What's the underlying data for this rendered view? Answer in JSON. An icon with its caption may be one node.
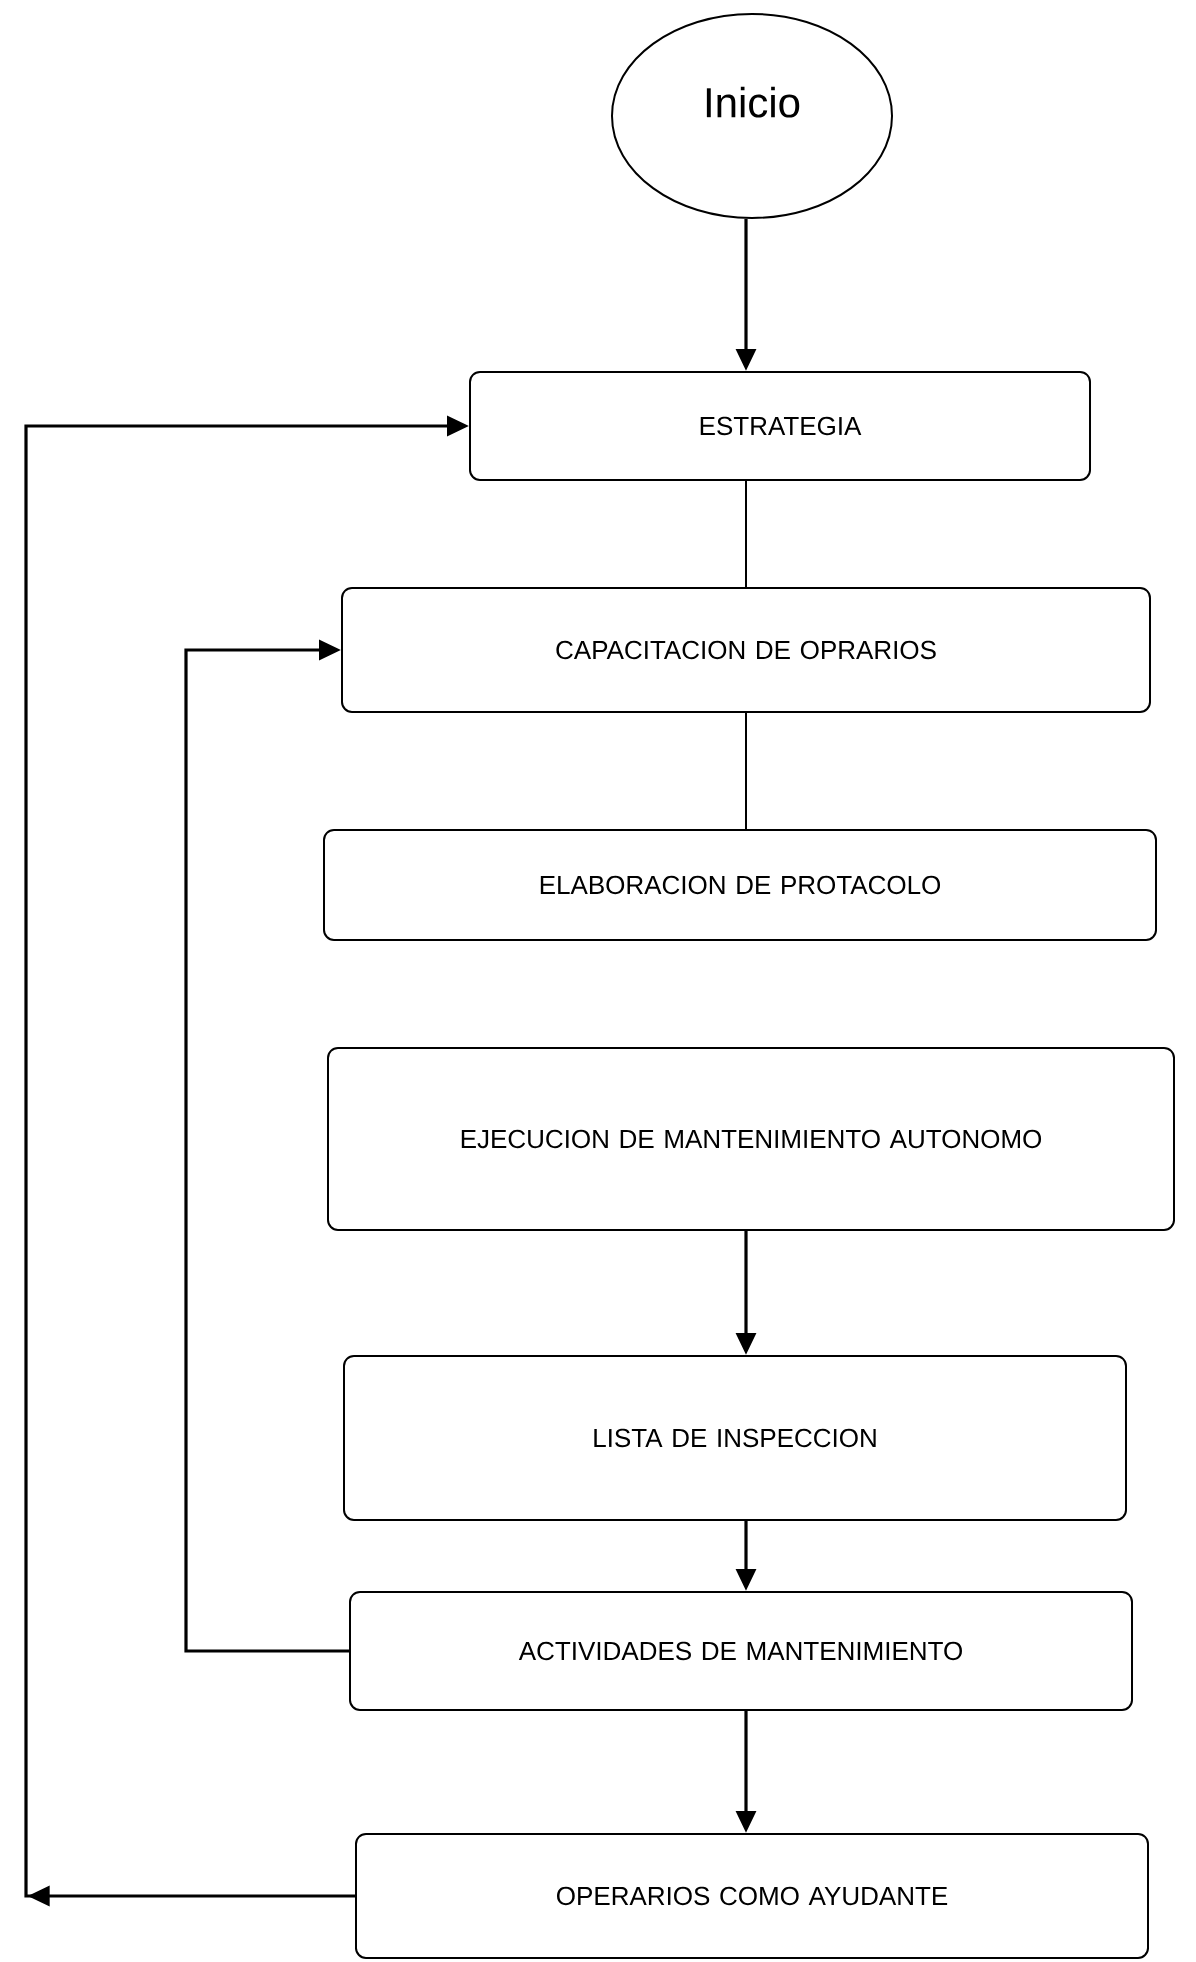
{
  "diagram": {
    "nodes": [
      {
        "text": [
          "Inicio"
        ]
      },
      {
        "text": [
          "ESTRATEGIA"
        ]
      },
      {
        "text": [
          "CAPACITACION DE OPRARIOS"
        ]
      },
      {
        "text": [
          "ELABORACION DE PROTACOLO"
        ]
      },
      {
        "text": [
          "EJECUCION DE MANTENIMIENTO AUTONOMO"
        ]
      },
      {
        "text": [
          "LISTA DE INSPECCION"
        ]
      },
      {
        "text": [
          "ACTIVIDADES DE MANTENIMIENTO"
        ]
      },
      {
        "text": [
          "OPERARIOS COMO AYUDANTE"
        ]
      }
    ],
    "edges": [
      {
        "from": 0,
        "to": 1,
        "arrow": "to"
      },
      {
        "from": 1,
        "to": 2,
        "arrow": "none"
      },
      {
        "from": 2,
        "to": 3,
        "arrow": "none"
      },
      {
        "from": 4,
        "to": 5,
        "arrow": "to"
      },
      {
        "from": 5,
        "to": 6,
        "arrow": "to"
      },
      {
        "from": 6,
        "to": 7,
        "arrow": "to"
      },
      {
        "from": 6,
        "to": 2,
        "arrow": "to"
      },
      {
        "from": 7,
        "to": 1,
        "arrow": "to"
      }
    ]
  }
}
